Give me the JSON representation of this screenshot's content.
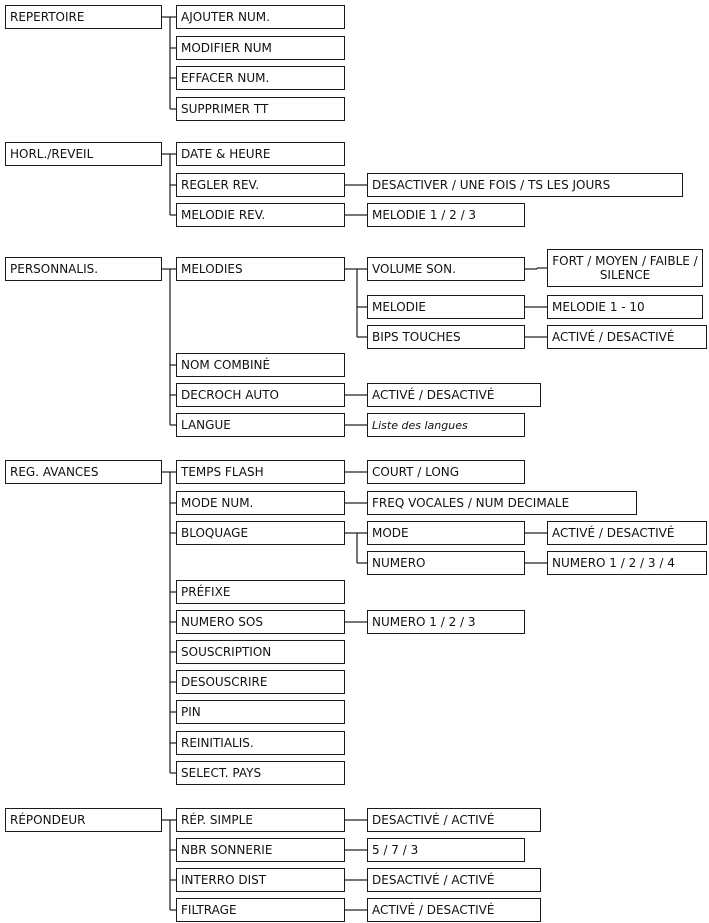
{
  "colors": {
    "line": "#1a1a1a",
    "background": "#ffffff",
    "text": "#111111"
  },
  "nodes": [
    {
      "id": "repertoire",
      "label": "REPERTOIRE"
    },
    {
      "id": "ajouter",
      "label": "AJOUTER NUM."
    },
    {
      "id": "modifier",
      "label": "MODIFIER NUM"
    },
    {
      "id": "effacer",
      "label": "EFFACER NUM."
    },
    {
      "id": "supprimer",
      "label": "SUPPRIMER TT"
    },
    {
      "id": "horloge",
      "label": "HORL./REVEIL"
    },
    {
      "id": "date",
      "label": "DATE & HEURE"
    },
    {
      "id": "reglerrev",
      "label": "REGLER REV."
    },
    {
      "id": "melodierev",
      "label": "MELODIE REV."
    },
    {
      "id": "rev_opts",
      "label": "DESACTIVER / UNE FOIS / TS LES JOURS"
    },
    {
      "id": "mel_opts",
      "label": "MELODIE 1 / 2 / 3"
    },
    {
      "id": "perso",
      "label": "PERSONNALIS."
    },
    {
      "id": "melodies",
      "label": "MELODIES"
    },
    {
      "id": "volume",
      "label": "VOLUME SON."
    },
    {
      "id": "volume_opts",
      "label": "FORT / MOYEN / FAIBLE / SILENCE"
    },
    {
      "id": "melodie",
      "label": "MELODIE"
    },
    {
      "id": "melodie_opts",
      "label": "MELODIE 1 - 10"
    },
    {
      "id": "bips",
      "label": "BIPS TOUCHES"
    },
    {
      "id": "bips_opts",
      "label": "ACTIVÉ / DESACTIVÉ"
    },
    {
      "id": "nomcombine",
      "label": "NOM COMBINÉ"
    },
    {
      "id": "decroch",
      "label": "DECROCH AUTO"
    },
    {
      "id": "decroch_opts",
      "label": "ACTIVÉ / DESACTIVÉ"
    },
    {
      "id": "langue",
      "label": "LANGUE"
    },
    {
      "id": "langue_opts",
      "label": "Liste des langues"
    },
    {
      "id": "regav",
      "label": "REG. AVANCES"
    },
    {
      "id": "tempsflash",
      "label": "TEMPS FLASH"
    },
    {
      "id": "flash_opts",
      "label": "COURT / LONG"
    },
    {
      "id": "modenum",
      "label": "MODE NUM."
    },
    {
      "id": "modenum_opts",
      "label": "FREQ VOCALES / NUM DECIMALE"
    },
    {
      "id": "bloquage",
      "label": "BLOQUAGE"
    },
    {
      "id": "mode",
      "label": "MODE"
    },
    {
      "id": "mode_opts",
      "label": "ACTIVÉ / DESACTIVÉ"
    },
    {
      "id": "numero",
      "label": "NUMERO"
    },
    {
      "id": "numero_opts",
      "label": "NUMERO 1 / 2 / 3 / 4"
    },
    {
      "id": "prefixe",
      "label": "PRÉFIXE"
    },
    {
      "id": "numsos",
      "label": "NUMERO SOS"
    },
    {
      "id": "numsos_opts",
      "label": "NUMERO 1 / 2 / 3"
    },
    {
      "id": "souscription",
      "label": "SOUSCRIPTION"
    },
    {
      "id": "desouscrire",
      "label": "DESOUSCRIRE"
    },
    {
      "id": "pin",
      "label": "PIN"
    },
    {
      "id": "reinit",
      "label": "REINITIALIS."
    },
    {
      "id": "selectpays",
      "label": "SELECT. PAYS"
    },
    {
      "id": "repondeur",
      "label": "RÉPONDEUR"
    },
    {
      "id": "repsimple",
      "label": "RÉP. SIMPLE"
    },
    {
      "id": "repsimple_opts",
      "label": "DESACTIVÉ / ACTIVÉ"
    },
    {
      "id": "nbrsonnerie",
      "label": "NBR SONNERIE"
    },
    {
      "id": "nbr_opts",
      "label": "5 / 7 / 3"
    },
    {
      "id": "interro",
      "label": "INTERRO DIST"
    },
    {
      "id": "interro_opts",
      "label": "DESACTIVÉ / ACTIVÉ"
    },
    {
      "id": "filtrage",
      "label": "FILTRAGE"
    },
    {
      "id": "filtrage_opts",
      "label": "ACTIVÉ / DESACTIVÉ"
    }
  ],
  "edges": [
    [
      "repertoire",
      "ajouter"
    ],
    [
      "repertoire",
      "modifier"
    ],
    [
      "repertoire",
      "effacer"
    ],
    [
      "repertoire",
      "supprimer"
    ],
    [
      "horloge",
      "date"
    ],
    [
      "horloge",
      "reglerrev"
    ],
    [
      "horloge",
      "melodierev"
    ],
    [
      "reglerrev",
      "rev_opts"
    ],
    [
      "melodierev",
      "mel_opts"
    ],
    [
      "perso",
      "melodies"
    ],
    [
      "perso",
      "nomcombine"
    ],
    [
      "perso",
      "decroch"
    ],
    [
      "perso",
      "langue"
    ],
    [
      "melodies",
      "volume"
    ],
    [
      "melodies",
      "melodie"
    ],
    [
      "melodies",
      "bips"
    ],
    [
      "volume",
      "volume_opts"
    ],
    [
      "melodie",
      "melodie_opts"
    ],
    [
      "bips",
      "bips_opts"
    ],
    [
      "decroch",
      "decroch_opts"
    ],
    [
      "langue",
      "langue_opts"
    ],
    [
      "regav",
      "tempsflash"
    ],
    [
      "regav",
      "modenum"
    ],
    [
      "regav",
      "bloquage"
    ],
    [
      "regav",
      "prefixe"
    ],
    [
      "regav",
      "numsos"
    ],
    [
      "regav",
      "souscription"
    ],
    [
      "regav",
      "desouscrire"
    ],
    [
      "regav",
      "pin"
    ],
    [
      "regav",
      "reinit"
    ],
    [
      "regav",
      "selectpays"
    ],
    [
      "tempsflash",
      "flash_opts"
    ],
    [
      "modenum",
      "modenum_opts"
    ],
    [
      "bloquage",
      "mode"
    ],
    [
      "bloquage",
      "numero"
    ],
    [
      "mode",
      "mode_opts"
    ],
    [
      "numero",
      "numero_opts"
    ],
    [
      "numsos",
      "numsos_opts"
    ],
    [
      "repondeur",
      "repsimple"
    ],
    [
      "repondeur",
      "nbrsonnerie"
    ],
    [
      "repondeur",
      "interro"
    ],
    [
      "repondeur",
      "filtrage"
    ],
    [
      "repsimple",
      "repsimple_opts"
    ],
    [
      "nbrsonnerie",
      "nbr_opts"
    ],
    [
      "interro",
      "interro_opts"
    ],
    [
      "filtrage",
      "filtrage_opts"
    ]
  ]
}
